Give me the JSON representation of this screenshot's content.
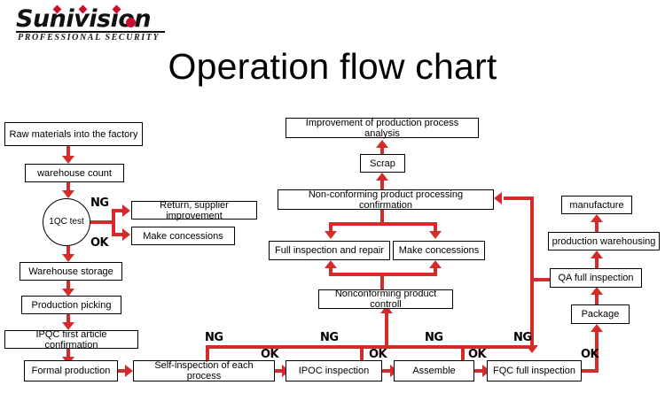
{
  "brand": {
    "name": "Sunivision",
    "tagline": "PROFESSIONAL SECURITY"
  },
  "title": "Operation flow chart",
  "nodes": {
    "raw_materials": "Raw materials into the factory",
    "warehouse_count": "warehouse count",
    "qc_test": "1QC test",
    "return_supplier": "Return, supplier improvement",
    "make_concessions_left": "Make concessions",
    "warehouse_storage": "Warehouse storage",
    "production_picking": "Production picking",
    "ipqc_first_article": "IPQC first article confirmation",
    "formal_production": "Formal production",
    "self_inspection": "Self-inspection of each process",
    "ipoc_inspection": "IPOC inspection",
    "assemble": "Assemble",
    "fqc_full_inspection": "FQC full inspection",
    "improvement_analysis": "Improvement of production process analysis",
    "scrap": "Scrap",
    "nonconforming_confirmation": "Non-conforming product processing confirmation",
    "full_inspection_repair": "Full inspection and repair",
    "make_concessions_mid": "Make concessions",
    "nonconforming_control": "Nonconforming product controll",
    "package": "Package",
    "qa_full_inspection": "QA full inspection",
    "production_warehousing": "production warehousing",
    "manufacture": "manufacture"
  },
  "tags": {
    "ng_qc": "NG",
    "ok_qc": "OK",
    "ng_self": "NG",
    "ok_self": "OK",
    "ng_ipoc": "NG",
    "ok_ipoc": "OK",
    "ng_assemble": "NG",
    "ok_assemble": "OK",
    "ng_fqc": "NG",
    "ok_fqc": "OK"
  },
  "colors": {
    "arrow": "#d62b2b",
    "brand_red": "#c8102e",
    "node_border": "#000000",
    "background": "#ffffff"
  }
}
